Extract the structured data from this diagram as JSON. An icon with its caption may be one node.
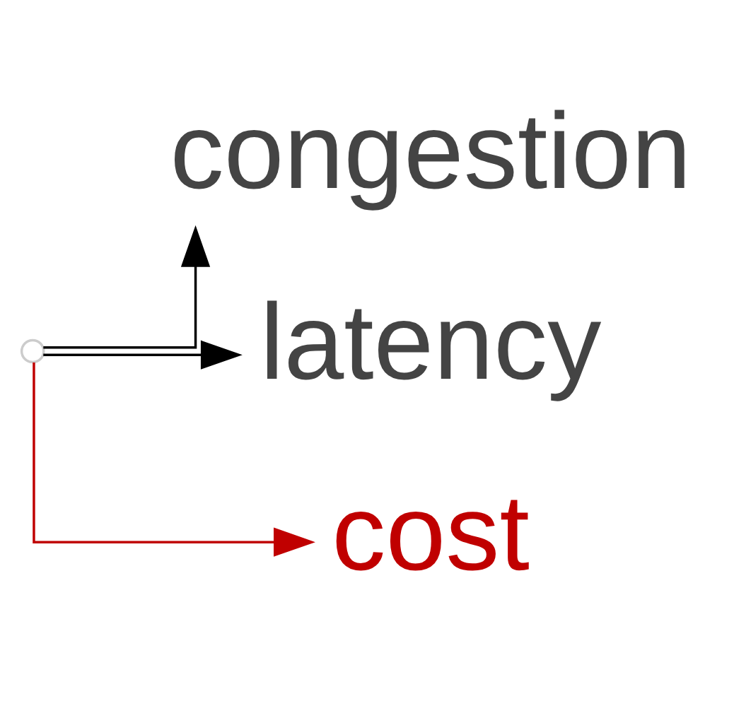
{
  "diagram": {
    "nodes": [
      {
        "text": [],
        "shape": "circle"
      },
      {
        "text": [
          "congestion"
        ]
      },
      {
        "text": [
          "latency"
        ]
      },
      {
        "text": [
          "cost"
        ]
      }
    ],
    "edges": [
      {
        "from": 0,
        "to": 1,
        "arrow": "to"
      },
      {
        "from": 0,
        "to": 2,
        "arrow": "to"
      },
      {
        "from": 0,
        "to": 3,
        "arrow": "to",
        "color": "#c00000"
      }
    ]
  }
}
